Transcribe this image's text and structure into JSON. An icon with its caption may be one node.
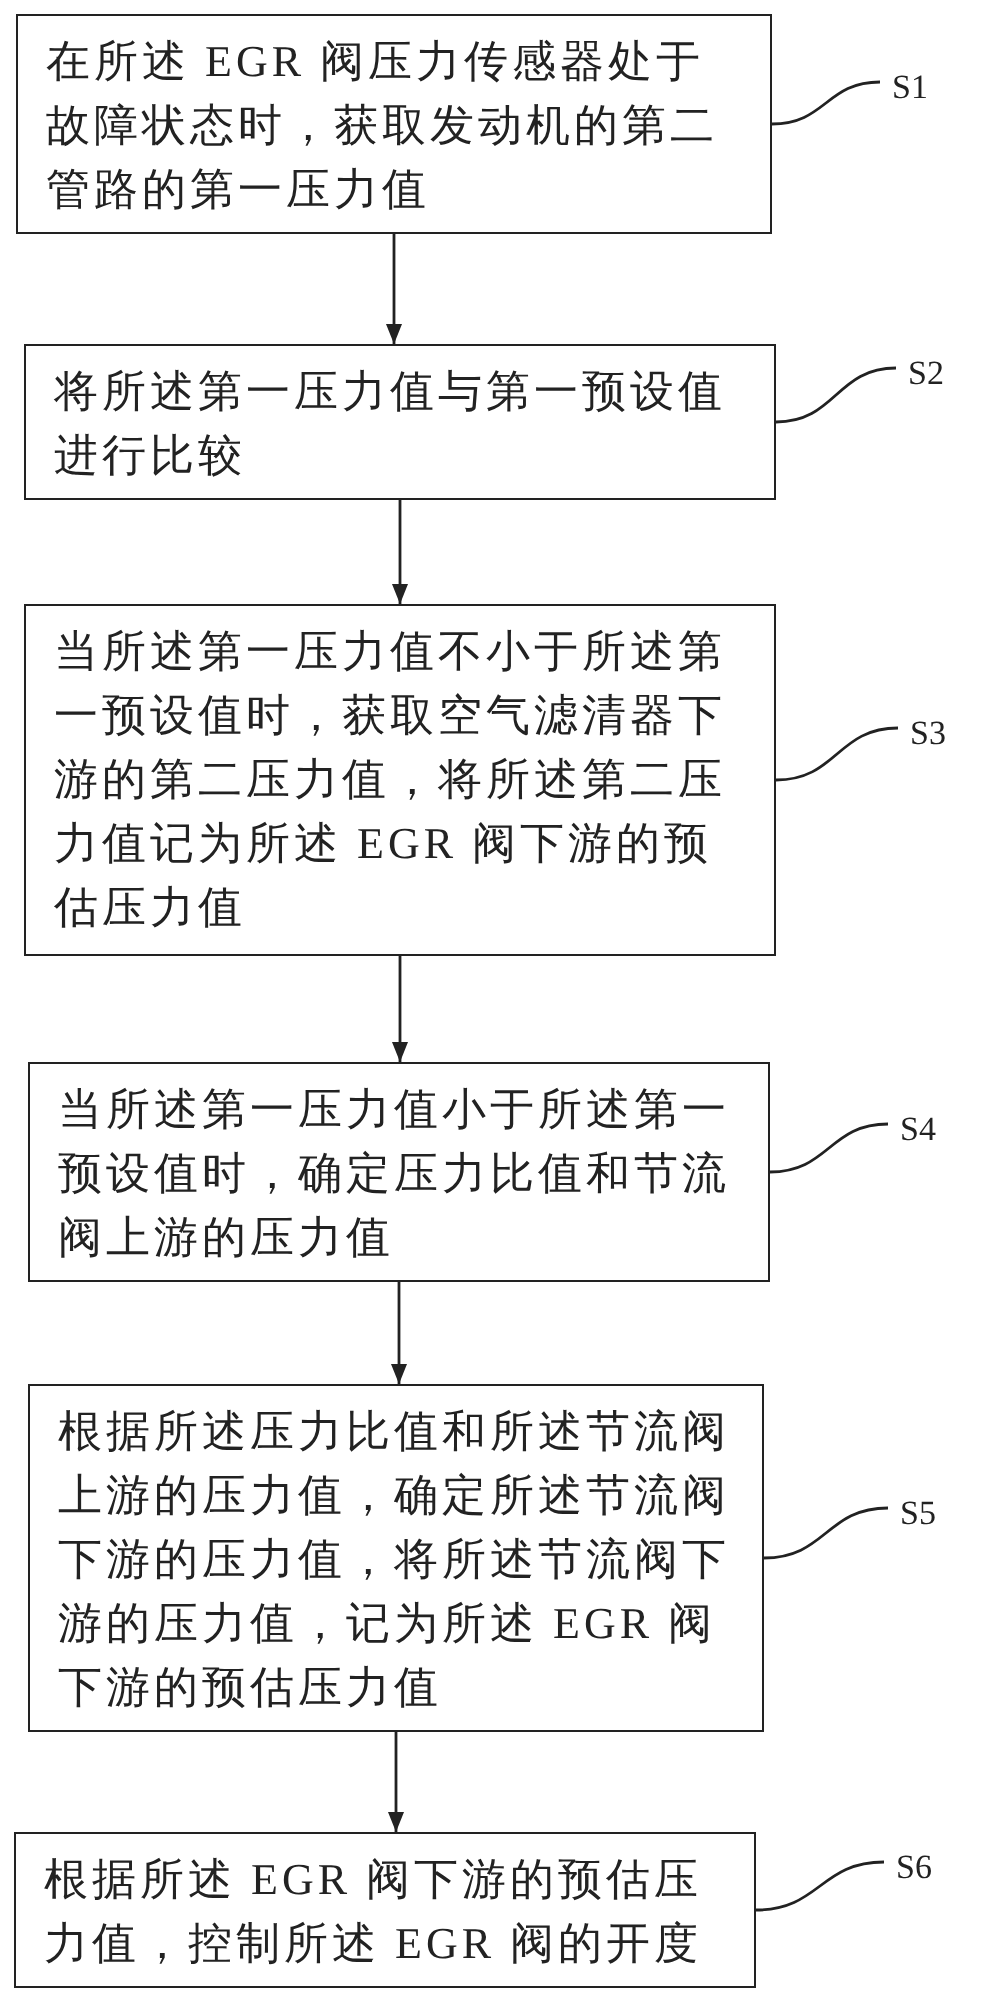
{
  "diagram": {
    "nodes": [
      {
        "text": [
          "在所述 EGR 阀压力传感器处于故障状态时，获取发动机的第二管路的第一压力值"
        ]
      },
      {
        "text": [
          "S1"
        ]
      },
      {
        "text": [
          "将所述第一压力值与第一预设值进行比较"
        ]
      },
      {
        "text": [
          "S2"
        ]
      },
      {
        "text": [
          "当所述第一压力值不小于所述第一预设值时，获取空气滤清器下游的第二压力值，将所述第二压力值记为所述 EGR 阀下游的预估压力值"
        ]
      },
      {
        "text": [
          "S3"
        ]
      },
      {
        "text": [
          "当所述第一压力值小于所述第一预设值时，确定压力比值和节流阀上游的压力值"
        ]
      },
      {
        "text": [
          "S4"
        ]
      },
      {
        "text": [
          "根据所述压力比值和所述节流阀上游的压力值，确定所述节流阀下游的压力值，将所述节流阀下游的压力值，记为所述 EGR 阀下游的预估压力值"
        ]
      },
      {
        "text": [
          "S5"
        ]
      },
      {
        "text": [
          "根据所述 EGR 阀下游的预估压力值，控制所述 EGR 阀的开度"
        ]
      },
      {
        "text": [
          "S6"
        ]
      }
    ],
    "edges": [
      {
        "from": 0,
        "to": 2,
        "arrow": "to"
      },
      {
        "from": 2,
        "to": 4,
        "arrow": "to"
      },
      {
        "from": 4,
        "to": 6,
        "arrow": "to"
      },
      {
        "from": 6,
        "to": 8,
        "arrow": "to"
      },
      {
        "from": 8,
        "to": 10,
        "arrow": "to"
      },
      {
        "from": 1,
        "to": 0,
        "arrow": "none"
      },
      {
        "from": 3,
        "to": 2,
        "arrow": "none"
      },
      {
        "from": 5,
        "to": 4,
        "arrow": "none"
      },
      {
        "from": 7,
        "to": 6,
        "arrow": "none"
      },
      {
        "from": 9,
        "to": 8,
        "arrow": "none"
      },
      {
        "from": 11,
        "to": 10,
        "arrow": "none"
      }
    ]
  }
}
